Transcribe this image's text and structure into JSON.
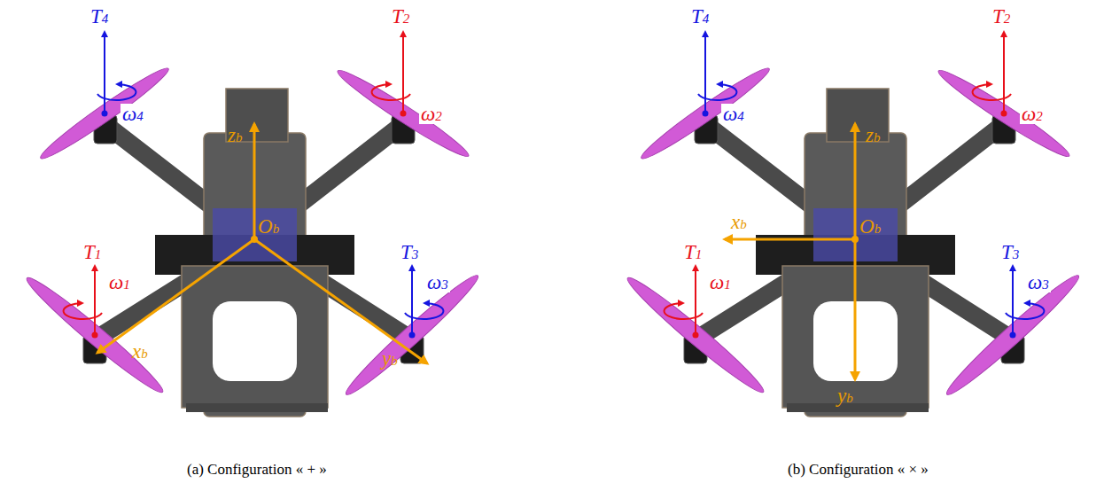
{
  "diagram": {
    "labels": [
      "T4",
      "T2",
      "ω4",
      "ω2",
      "zb",
      "Ob",
      "T1",
      "ω1",
      "T3",
      "ω3",
      "xb",
      "yb",
      "T4",
      "T2",
      "ω4",
      "ω2",
      "zb",
      "Ob",
      "T1",
      "ω1",
      "T3",
      "ω3",
      "xb",
      "yb",
      "(a) Configuration « + »",
      "(b) Configuration « × »"
    ]
  }
}
